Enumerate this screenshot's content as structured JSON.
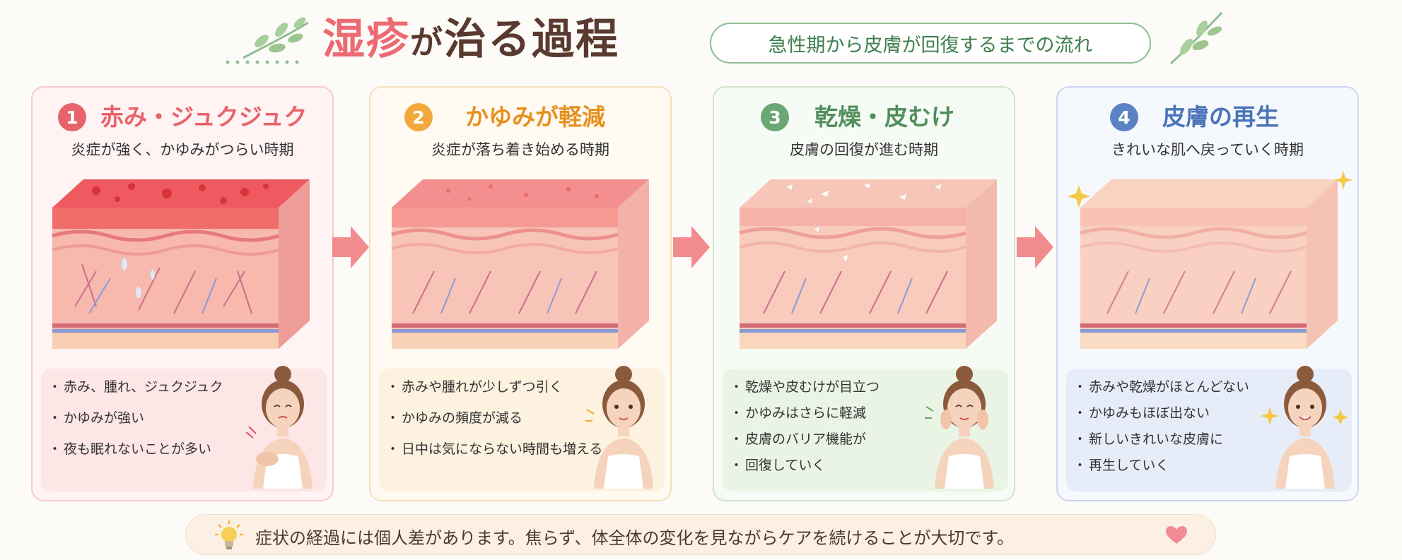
{
  "header": {
    "title_part1": "湿疹",
    "title_part2": "が",
    "title_part3": "治る過程",
    "subtitle": "急性期から皮膚が回復するまでの流れ"
  },
  "stages": [
    {
      "number": "1",
      "title": "赤み・ジュクジュク",
      "subtitle": "炎症が強く、かゆみがつらい時期",
      "bullets": [
        "赤み、腫れ、ジュクジュク",
        "かゆみが強い",
        "夜も眠れないことが多い"
      ],
      "color": "#e8636b"
    },
    {
      "number": "2",
      "title": "かゆみが軽減",
      "subtitle": "炎症が落ち着き始める時期",
      "bullets": [
        "赤みや腫れが少しずつ引く",
        "かゆみの頻度が減る",
        "日中は気にならない時間も増える"
      ],
      "color": "#f2a93b"
    },
    {
      "number": "3",
      "title": "乾燥・皮むけ",
      "subtitle": "皮膚の回復が進む時期",
      "bullets": [
        "乾燥や皮むけが目立つ",
        "かゆみはさらに軽減",
        "皮膚のバリア機能が",
        "回復していく"
      ],
      "color": "#6aa774"
    },
    {
      "number": "4",
      "title": "皮膚の再生",
      "subtitle": "きれいな肌へ戻っていく時期",
      "bullets": [
        "赤みや乾燥がほとんどない",
        "かゆみもほぼ出ない",
        "新しいきれいな皮膚に",
        "再生していく"
      ],
      "color": "#5b83c4"
    }
  ],
  "footer": {
    "note": "症状の経過には個人差があります。焦らず、体全体の変化を見ながらケアを続けることが大切です。",
    "bulb_icon": "lightbulb-icon",
    "heart_icon": "heart-icon"
  }
}
